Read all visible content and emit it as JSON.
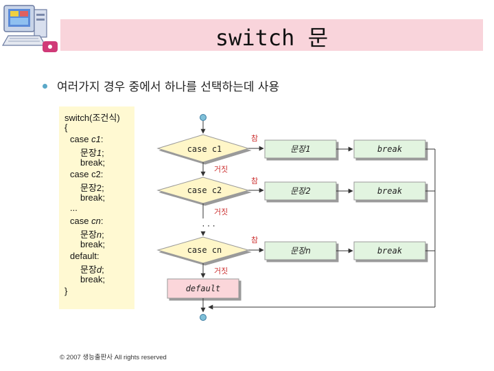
{
  "slide": {
    "title": "switch 문",
    "bullet": "여러가지 경우 중에서 하나를 선택하는데 사용",
    "footer": "© 2007 생능출판사 All rights reserved"
  },
  "code": {
    "line1": "switch(조건식)",
    "line2": "{",
    "case1_kw": "case ",
    "case1_var": "c1",
    "case1_colon": ":",
    "stmt1_a": "문장",
    "stmt1_b": "1",
    "stmt1_c": ";",
    "break1": "break;",
    "case2": "case c2:",
    "stmt2": "문장2;",
    "break2": "break;",
    "ellipsis": "...",
    "case3_kw": "case ",
    "case3_var": "cn",
    "case3_colon": ":",
    "stmt3_a": "문장",
    "stmt3_b": "n",
    "stmt3_c": ";",
    "break3": "break;",
    "default": "default:",
    "stmt4_a": "문장",
    "stmt4_b": "d",
    "stmt4_c": ";",
    "break4": "break;",
    "close": "}"
  },
  "flow": {
    "case1": "case c1",
    "case2": "case c2",
    "case3": "case cn",
    "stmt1": "문장1",
    "stmt2": "문장2",
    "stmt3": "문장n",
    "break1": "break",
    "break2": "break",
    "break3": "break",
    "default": "default",
    "true1": "참",
    "true2": "참",
    "true3": "참",
    "false1": "거짓",
    "false2": "거짓",
    "false3": "거짓",
    "dots": "· · ·"
  },
  "colors": {
    "title_bg": "#f9d4db",
    "code_bg": "#fff9d2",
    "decision_fill": "#fff6c8",
    "process_fill": "#e2f4e0",
    "default_fill": "#fbd6da",
    "annotation": "#cc3333"
  }
}
